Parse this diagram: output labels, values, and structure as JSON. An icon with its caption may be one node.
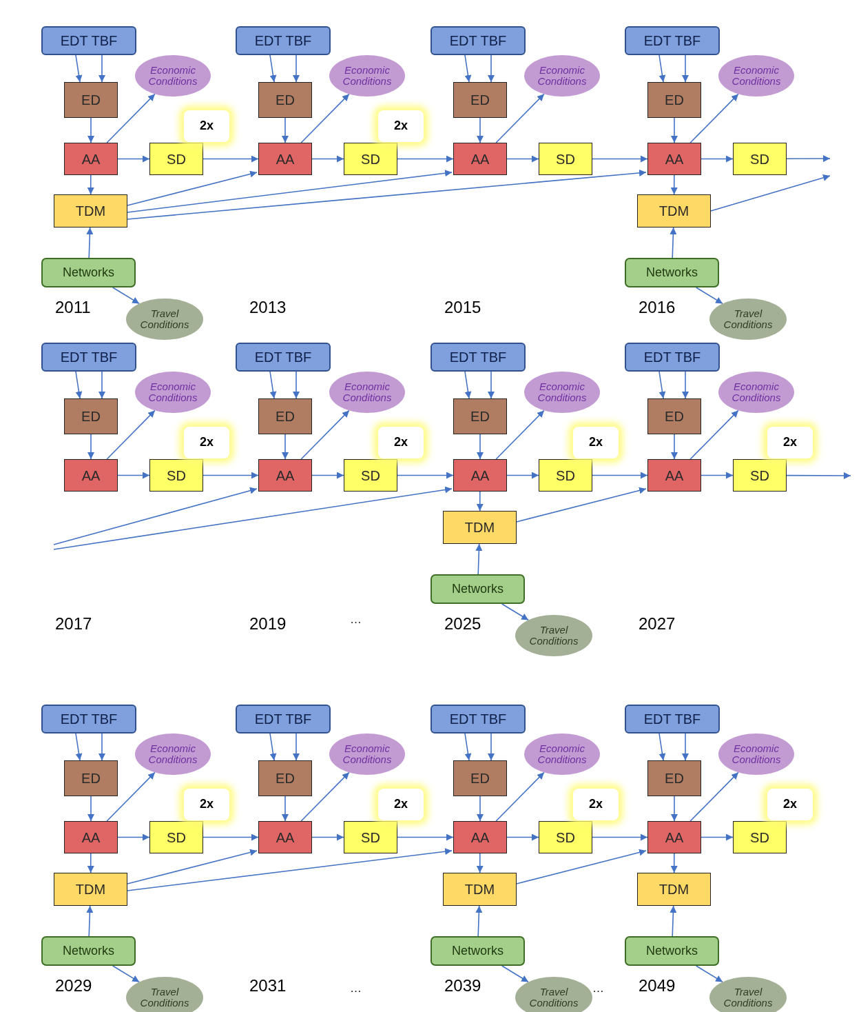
{
  "diagram": {
    "nodes": [
      {
        "text": [
          "EDT TBF"
        ]
      },
      {
        "text": [
          "Economic Conditions"
        ]
      },
      {
        "text": [
          "ED"
        ]
      },
      {
        "text": [
          "AA"
        ]
      },
      {
        "text": [
          "SD"
        ]
      },
      {
        "text": [
          "2x"
        ]
      },
      {
        "text": [
          "TDM"
        ]
      },
      {
        "text": [
          "Networks"
        ]
      },
      {
        "text": [
          "Travel Conditions"
        ]
      },
      {
        "text": [
          "EDT TBF"
        ]
      },
      {
        "text": [
          "Economic Conditions"
        ]
      },
      {
        "text": [
          "ED"
        ]
      },
      {
        "text": [
          "AA"
        ]
      },
      {
        "text": [
          "SD"
        ]
      },
      {
        "text": [
          "2x"
        ]
      },
      {
        "text": [
          "EDT TBF"
        ]
      },
      {
        "text": [
          "Economic Conditions"
        ]
      },
      {
        "text": [
          "ED"
        ]
      },
      {
        "text": [
          "AA"
        ]
      },
      {
        "text": [
          "SD"
        ]
      },
      {
        "text": [
          "EDT TBF"
        ]
      },
      {
        "text": [
          "Economic Conditions"
        ]
      },
      {
        "text": [
          "ED"
        ]
      },
      {
        "text": [
          "AA"
        ]
      },
      {
        "text": [
          "SD"
        ]
      },
      {
        "text": [
          "TDM"
        ]
      },
      {
        "text": [
          "Networks"
        ]
      },
      {
        "text": [
          "Travel Conditions"
        ]
      },
      {
        "text": [
          "EDT TBF"
        ]
      },
      {
        "text": [
          "Economic Conditions"
        ]
      },
      {
        "text": [
          "ED"
        ]
      },
      {
        "text": [
          "AA"
        ]
      },
      {
        "text": [
          "SD"
        ]
      },
      {
        "text": [
          "2x"
        ]
      },
      {
        "text": [
          "EDT TBF"
        ]
      },
      {
        "text": [
          "Economic Conditions"
        ]
      },
      {
        "text": [
          "ED"
        ]
      },
      {
        "text": [
          "AA"
        ]
      },
      {
        "text": [
          "SD"
        ]
      },
      {
        "text": [
          "2x"
        ]
      },
      {
        "text": [
          "EDT TBF"
        ]
      },
      {
        "text": [
          "Economic Conditions"
        ]
      },
      {
        "text": [
          "ED"
        ]
      },
      {
        "text": [
          "AA"
        ]
      },
      {
        "text": [
          "SD"
        ]
      },
      {
        "text": [
          "2x"
        ]
      },
      {
        "text": [
          "TDM"
        ]
      },
      {
        "text": [
          "Networks"
        ]
      },
      {
        "text": [
          "Travel Conditions"
        ]
      },
      {
        "text": [
          "EDT TBF"
        ]
      },
      {
        "text": [
          "Economic Conditions"
        ]
      },
      {
        "text": [
          "ED"
        ]
      },
      {
        "text": [
          "AA"
        ]
      },
      {
        "text": [
          "SD"
        ]
      },
      {
        "text": [
          "2x"
        ]
      },
      {
        "text": [
          "EDT TBF"
        ]
      },
      {
        "text": [
          "Economic Conditions"
        ]
      },
      {
        "text": [
          "ED"
        ]
      },
      {
        "text": [
          "AA"
        ]
      },
      {
        "text": [
          "SD"
        ]
      },
      {
        "text": [
          "2x"
        ]
      },
      {
        "text": [
          "TDM"
        ]
      },
      {
        "text": [
          "Networks"
        ]
      },
      {
        "text": [
          "Travel Conditions"
        ]
      },
      {
        "text": [
          "EDT TBF"
        ]
      },
      {
        "text": [
          "Economic Conditions"
        ]
      },
      {
        "text": [
          "ED"
        ]
      },
      {
        "text": [
          "AA"
        ]
      },
      {
        "text": [
          "SD"
        ]
      },
      {
        "text": [
          "2x"
        ]
      },
      {
        "text": [
          "EDT TBF"
        ]
      },
      {
        "text": [
          "Economic Conditions"
        ]
      },
      {
        "text": [
          "ED"
        ]
      },
      {
        "text": [
          "AA"
        ]
      },
      {
        "text": [
          "SD"
        ]
      },
      {
        "text": [
          "2x"
        ]
      },
      {
        "text": [
          "TDM"
        ]
      },
      {
        "text": [
          "Networks"
        ]
      },
      {
        "text": [
          "Travel Conditions"
        ]
      },
      {
        "text": [
          "EDT TBF"
        ]
      },
      {
        "text": [
          "Economic Conditions"
        ]
      },
      {
        "text": [
          "ED"
        ]
      },
      {
        "text": [
          "AA"
        ]
      },
      {
        "text": [
          "SD"
        ]
      },
      {
        "text": [
          "2x"
        ]
      },
      {
        "text": [
          "TDM"
        ]
      },
      {
        "text": [
          "Networks"
        ]
      },
      {
        "text": [
          "Travel Conditions"
        ]
      }
    ],
    "edges": [
      {
        "from": 0,
        "to": 2,
        "arrow": "to"
      },
      {
        "from": 0,
        "to": 2,
        "arrow": "to"
      },
      {
        "from": 2,
        "to": 3,
        "arrow": "to"
      },
      {
        "from": 3,
        "to": 1,
        "arrow": "to"
      },
      {
        "from": 3,
        "to": 4,
        "arrow": "to"
      },
      {
        "from": 3,
        "to": 6,
        "arrow": "to"
      },
      {
        "from": 7,
        "to": 6,
        "arrow": "to"
      },
      {
        "from": 7,
        "to": 8,
        "arrow": "to"
      },
      {
        "from": 4,
        "to": 12,
        "arrow": "to"
      },
      {
        "from": 6,
        "to": 12,
        "arrow": "to"
      },
      {
        "from": 6,
        "to": 18,
        "arrow": "to"
      },
      {
        "from": 6,
        "to": 23,
        "arrow": "to"
      },
      {
        "from": 9,
        "to": 11,
        "arrow": "to"
      },
      {
        "from": 9,
        "to": 11,
        "arrow": "to"
      },
      {
        "from": 11,
        "to": 12,
        "arrow": "to"
      },
      {
        "from": 12,
        "to": 10,
        "arrow": "to"
      },
      {
        "from": 12,
        "to": 13,
        "arrow": "to"
      },
      {
        "from": 13,
        "to": 18,
        "arrow": "to"
      },
      {
        "from": 15,
        "to": 17,
        "arrow": "to"
      },
      {
        "from": 15,
        "to": 17,
        "arrow": "to"
      },
      {
        "from": 17,
        "to": 18,
        "arrow": "to"
      },
      {
        "from": 18,
        "to": 16,
        "arrow": "to"
      },
      {
        "from": 18,
        "to": 19,
        "arrow": "to"
      },
      {
        "from": 19,
        "to": 23,
        "arrow": "to"
      },
      {
        "from": 20,
        "to": 22,
        "arrow": "to"
      },
      {
        "from": 20,
        "to": 22,
        "arrow": "to"
      },
      {
        "from": 22,
        "to": 23,
        "arrow": "to"
      },
      {
        "from": 23,
        "to": 21,
        "arrow": "to"
      },
      {
        "from": 23,
        "to": 24,
        "arrow": "to"
      },
      {
        "from": 23,
        "to": 25,
        "arrow": "to"
      },
      {
        "from": 26,
        "to": 25,
        "arrow": "to"
      },
      {
        "from": 26,
        "to": 27,
        "arrow": "to"
      },
      {
        "from": 24,
        "to": null,
        "arrow": "to"
      },
      {
        "from": 25,
        "to": null,
        "arrow": "to"
      },
      {
        "from": 28,
        "to": 30,
        "arrow": "to"
      },
      {
        "from": 28,
        "to": 30,
        "arrow": "to"
      },
      {
        "from": 30,
        "to": 31,
        "arrow": "to"
      },
      {
        "from": 31,
        "to": 29,
        "arrow": "to"
      },
      {
        "from": 31,
        "to": 32,
        "arrow": "to"
      },
      {
        "from": 32,
        "to": 37,
        "arrow": "to"
      },
      {
        "from": null,
        "to": 37,
        "arrow": "to"
      },
      {
        "from": null,
        "to": 43,
        "arrow": "to"
      },
      {
        "from": 34,
        "to": 36,
        "arrow": "to"
      },
      {
        "from": 34,
        "to": 36,
        "arrow": "to"
      },
      {
        "from": 36,
        "to": 37,
        "arrow": "to"
      },
      {
        "from": 37,
        "to": 35,
        "arrow": "to"
      },
      {
        "from": 37,
        "to": 38,
        "arrow": "to"
      },
      {
        "from": 38,
        "to": 43,
        "arrow": "to"
      },
      {
        "from": 40,
        "to": 42,
        "arrow": "to"
      },
      {
        "from": 40,
        "to": 42,
        "arrow": "to"
      },
      {
        "from": 42,
        "to": 43,
        "arrow": "to"
      },
      {
        "from": 43,
        "to": 41,
        "arrow": "to"
      },
      {
        "from": 43,
        "to": 44,
        "arrow": "to"
      },
      {
        "from": 43,
        "to": 46,
        "arrow": "to"
      },
      {
        "from": 47,
        "to": 46,
        "arrow": "to"
      },
      {
        "from": 47,
        "to": 48,
        "arrow": "to"
      },
      {
        "from": 44,
        "to": 52,
        "arrow": "to"
      },
      {
        "from": 46,
        "to": 52,
        "arrow": "to"
      },
      {
        "from": 49,
        "to": 51,
        "arrow": "to"
      },
      {
        "from": 49,
        "to": 51,
        "arrow": "to"
      },
      {
        "from": 51,
        "to": 52,
        "arrow": "to"
      },
      {
        "from": 52,
        "to": 50,
        "arrow": "to"
      },
      {
        "from": 52,
        "to": 53,
        "arrow": "to"
      },
      {
        "from": 53,
        "to": null,
        "arrow": "to"
      },
      {
        "from": 55,
        "to": 57,
        "arrow": "to"
      },
      {
        "from": 55,
        "to": 57,
        "arrow": "to"
      },
      {
        "from": 57,
        "to": 58,
        "arrow": "to"
      },
      {
        "from": 58,
        "to": 56,
        "arrow": "to"
      },
      {
        "from": 58,
        "to": 59,
        "arrow": "to"
      },
      {
        "from": 58,
        "to": 61,
        "arrow": "to"
      },
      {
        "from": 62,
        "to": 61,
        "arrow": "to"
      },
      {
        "from": 62,
        "to": 63,
        "arrow": "to"
      },
      {
        "from": 59,
        "to": 67,
        "arrow": "to"
      },
      {
        "from": 61,
        "to": 67,
        "arrow": "to"
      },
      {
        "from": 61,
        "to": 73,
        "arrow": "to"
      },
      {
        "from": 64,
        "to": 66,
        "arrow": "to"
      },
      {
        "from": 64,
        "to": 66,
        "arrow": "to"
      },
      {
        "from": 66,
        "to": 67,
        "arrow": "to"
      },
      {
        "from": 67,
        "to": 65,
        "arrow": "to"
      },
      {
        "from": 67,
        "to": 68,
        "arrow": "to"
      },
      {
        "from": 68,
        "to": 73,
        "arrow": "to"
      },
      {
        "from": 70,
        "to": 72,
        "arrow": "to"
      },
      {
        "from": 70,
        "to": 72,
        "arrow": "to"
      },
      {
        "from": 72,
        "to": 73,
        "arrow": "to"
      },
      {
        "from": 73,
        "to": 71,
        "arrow": "to"
      },
      {
        "from": 73,
        "to": 74,
        "arrow": "to"
      },
      {
        "from": 73,
        "to": 76,
        "arrow": "to"
      },
      {
        "from": 77,
        "to": 76,
        "arrow": "to"
      },
      {
        "from": 77,
        "to": 78,
        "arrow": "to"
      },
      {
        "from": 74,
        "to": 82,
        "arrow": "to"
      },
      {
        "from": 76,
        "to": 82,
        "arrow": "to"
      },
      {
        "from": 79,
        "to": 81,
        "arrow": "to"
      },
      {
        "from": 79,
        "to": 81,
        "arrow": "to"
      },
      {
        "from": 81,
        "to": 82,
        "arrow": "to"
      },
      {
        "from": 82,
        "to": 80,
        "arrow": "to"
      },
      {
        "from": 82,
        "to": 83,
        "arrow": "to"
      },
      {
        "from": 82,
        "to": 85,
        "arrow": "to"
      },
      {
        "from": 86,
        "to": 85,
        "arrow": "to"
      },
      {
        "from": 86,
        "to": 87,
        "arrow": "to"
      }
    ],
    "labels": [
      "2011",
      "2013",
      "2015",
      "2016",
      "2017",
      "2019",
      "…",
      "2025",
      "2027",
      "2029",
      "2031",
      "…",
      "2039",
      "…",
      "2049"
    ]
  }
}
